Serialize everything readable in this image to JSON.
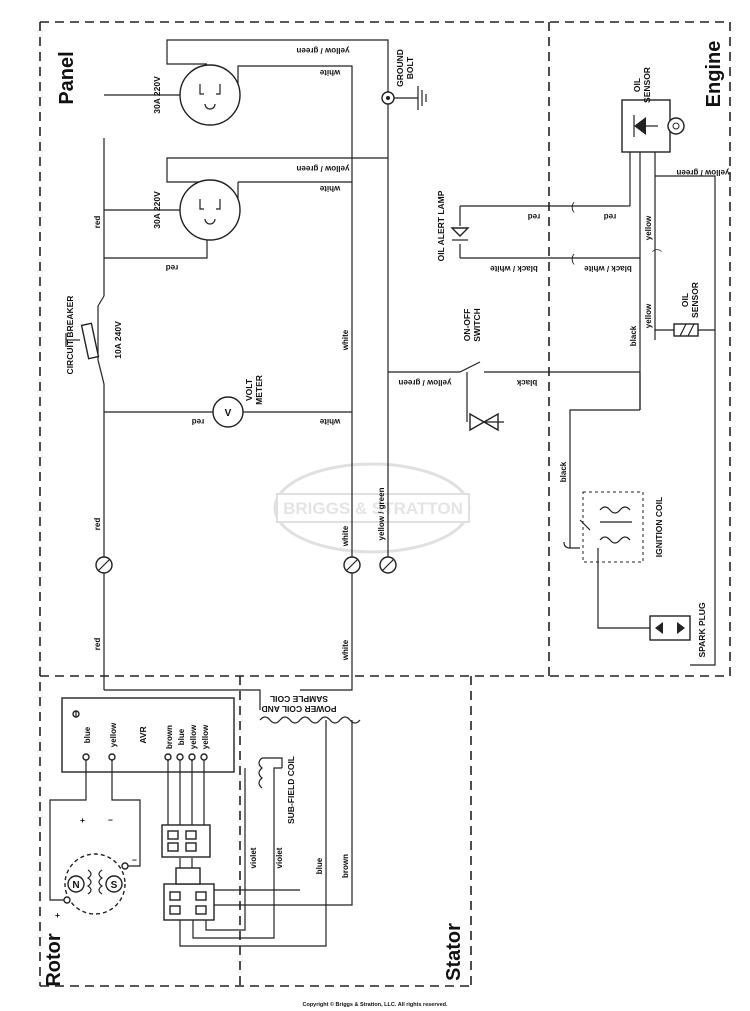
{
  "sections": {
    "panel": "Panel",
    "engine": "Engine",
    "rotor": "Rotor",
    "stator": "Stator"
  },
  "watermark": "BRIGGS & STRATTON",
  "copyright": "Copyright © Briggs & Stratton, LLC. All rights reserved.",
  "components": {
    "outlet1_rating": "30A  220V",
    "outlet2_rating": "30A  220V",
    "ground_bolt": [
      "GROUND",
      "BOLT"
    ],
    "circuit_breaker": "CIRCUIT BREAKER",
    "breaker_rating": "10A  240V",
    "volt_meter": [
      "VOLT",
      "METER"
    ],
    "volt_meter_symbol": "V",
    "oil_sensor_top": [
      "OIL",
      "SENSOR"
    ],
    "oil_sensor_mid": [
      "OIL",
      "SENSOR"
    ],
    "oil_alert_lamp": "OIL ALERT LAMP",
    "on_off_switch": [
      "ON-OFF",
      "SWITCH"
    ],
    "ignition_coil": "IGNITION  COIL",
    "spark_plug": "SPARK PLUG",
    "avr": "AVR",
    "power_coil": [
      "POWER COIL AND",
      "SAMPLE COIL"
    ],
    "sub_field_coil": "SUB-FIELD COIL",
    "rotor_n": "N",
    "rotor_s": "S",
    "plus": "+",
    "minus": "−"
  },
  "wires": {
    "yg1": "yellow / green",
    "white1": "white",
    "yg2": "yellow / green",
    "white2": "white",
    "red_top": "red",
    "red_mid": "red",
    "white_vert": "white",
    "red_vm": "red",
    "white_vm": "white",
    "red_low": "red",
    "white_low": "white",
    "yg_low": "yellow / green",
    "red_bottom": "red",
    "white_bottom": "white",
    "yg_switch": "yellow / green",
    "black_switch": "black",
    "red_lamp1": "red",
    "red_lamp2": "red",
    "bw_lamp1": "black / white",
    "bw_lamp2": "black / white",
    "yg_engine": "yellow / green",
    "yellow_e1": "yellow",
    "yellow_e2": "yellow",
    "black_e1": "black",
    "black_ign": "black",
    "blue_avr": "blue",
    "yellow_avr": "yellow",
    "brown_avr": "brown",
    "blue_avr2": "blue",
    "yellow_avr2": "yellow",
    "yellow_avr3": "yellow",
    "violet1": "violet",
    "violet2": "violet",
    "blue_st": "blue",
    "brown_st": "brown"
  }
}
